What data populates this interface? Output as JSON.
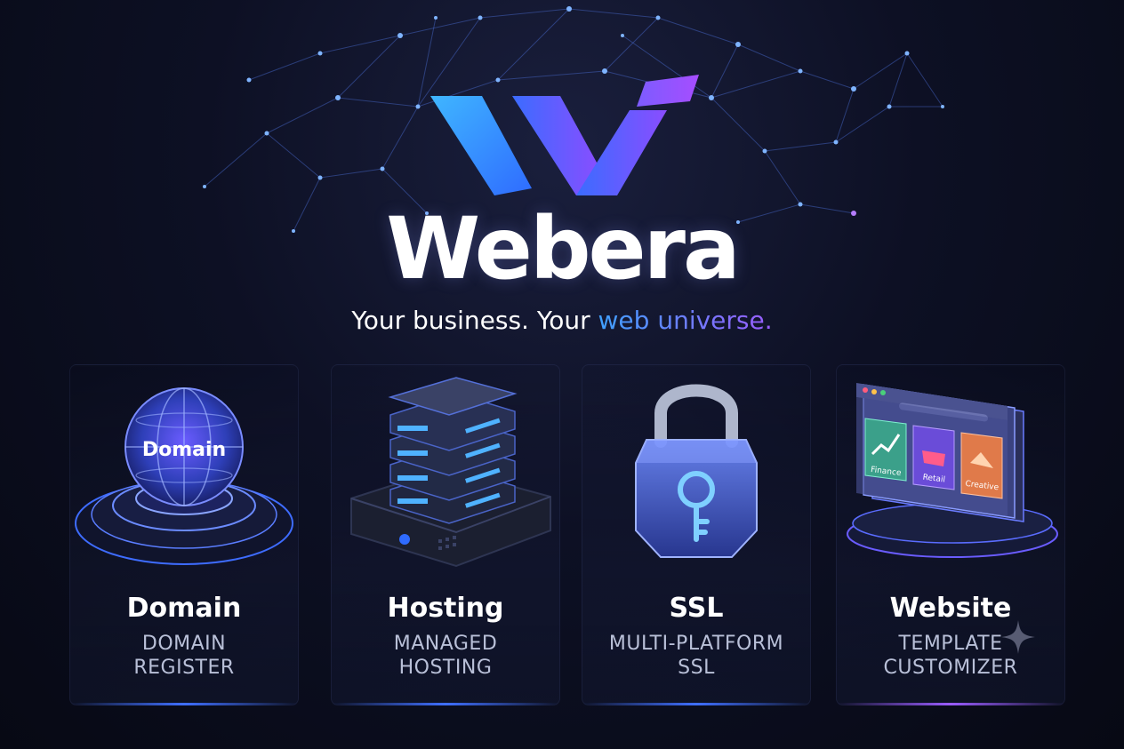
{
  "brand": {
    "name": "Webera",
    "tagline_part1": "Your business. Your ",
    "tagline_accent": "web universe."
  },
  "colors": {
    "accent_blue": "#3fa0ff",
    "accent_purple": "#9a5cff",
    "background": "#0d1024"
  },
  "services": [
    {
      "title": "Domain",
      "sub_line1": "DOMAIN",
      "sub_line2": "REGISTER",
      "icon": "globe-icon",
      "badge": "Domain"
    },
    {
      "title": "Hosting",
      "sub_line1": "MANAGED",
      "sub_line2": "HOSTING",
      "icon": "server-icon"
    },
    {
      "title": "SSL",
      "sub_line1": "MULTI-PLATFORM",
      "sub_line2": "SSL",
      "icon": "padlock-icon"
    },
    {
      "title": "Website",
      "sub_line1": "TEMPLATE",
      "sub_line2": "CUSTOMIZER",
      "icon": "browser-templates-icon",
      "templates": [
        "Finance",
        "Retail",
        "Creative"
      ]
    }
  ]
}
